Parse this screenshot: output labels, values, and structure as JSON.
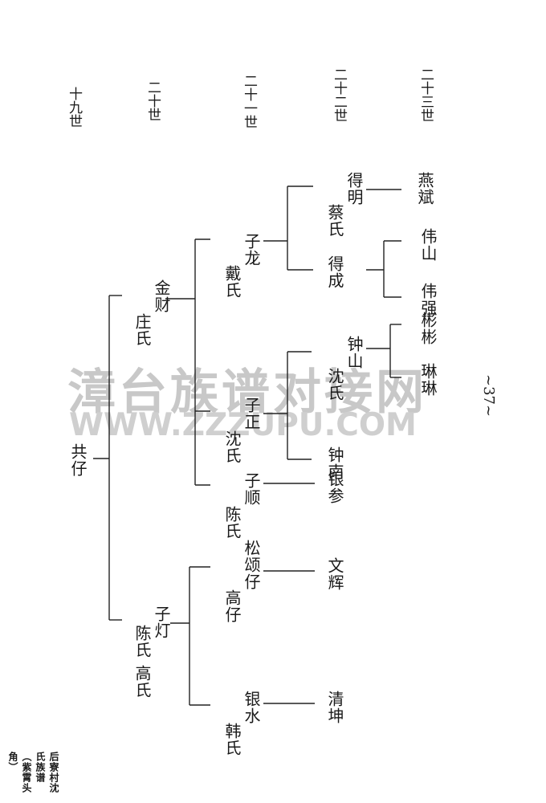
{
  "generations": [
    "十九世",
    "二十世",
    "二十一世",
    "二十二世",
    "二十三世"
  ],
  "root": {
    "name": "共仔"
  },
  "branch_a": {
    "name": "金财",
    "spouse": "庄氏",
    "children": [
      {
        "name": "子龙",
        "spouse": "戴氏",
        "children": [
          {
            "name": "得明",
            "spouse": "蔡氏",
            "children": [
              "燕斌"
            ]
          },
          {
            "name": "得成",
            "children": [
              "伟山",
              "伟强"
            ]
          }
        ]
      },
      {
        "name": "子正",
        "spouse": "沈氏",
        "children": [
          {
            "name": "钟山",
            "spouse": "沈氏",
            "children": [
              "彬彬",
              "琳琳"
            ]
          },
          {
            "name": "钟南"
          }
        ]
      },
      {
        "name": "子顺",
        "spouse": "陈氏",
        "children": [
          {
            "name": "银参"
          }
        ]
      }
    ]
  },
  "branch_b": {
    "name": "子灯",
    "spouse": "陈氏",
    "spouse2": "高氏",
    "children": [
      {
        "name": "松颂仔",
        "spouse": "高仔",
        "children": [
          {
            "name": "文辉"
          }
        ]
      },
      {
        "name": "银水",
        "spouse": "韩氏",
        "children": [
          {
            "name": "清坤"
          }
        ]
      }
    ]
  },
  "watermark": {
    "cn": "漳台族谱对接网",
    "en": "WWW.ZZZUPU.COM"
  },
  "page_number": "~37~",
  "footer": "后寮村沈氏族谱（紫霄头角）"
}
